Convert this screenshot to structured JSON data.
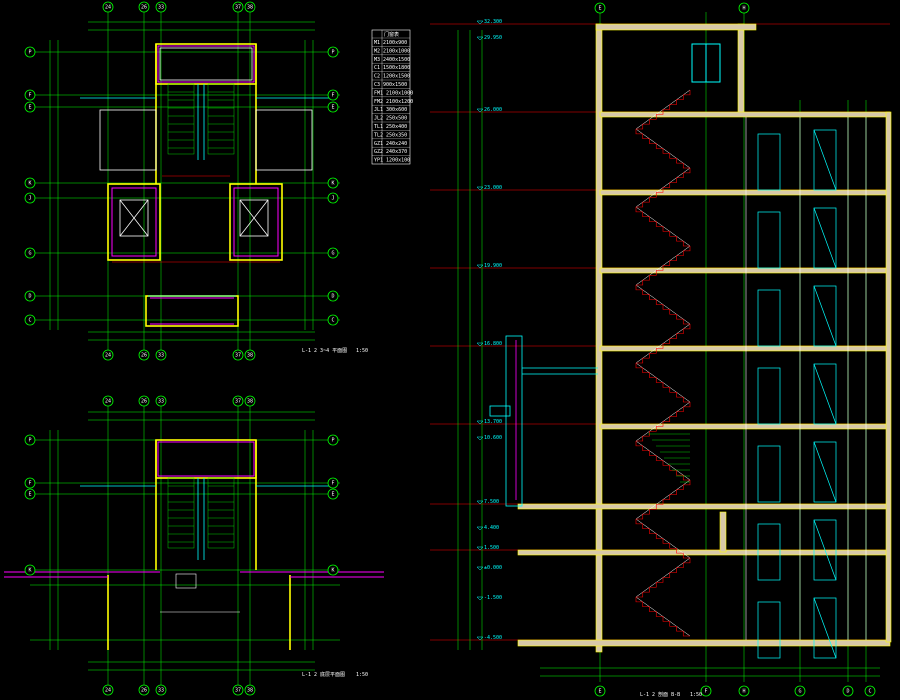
{
  "drawing": {
    "plan1_title": "L-1 2 3~4 平面图",
    "plan1_scale": "1:50",
    "plan2_title": "L-1 2 底层平面图",
    "plan2_scale": "1:50",
    "section_title": "L-1 2 剖面 B-B",
    "section_scale": "1:50",
    "plan_axes_top": [
      "24",
      "26",
      "33",
      "37",
      "38"
    ],
    "plan_axes_side": [
      "P",
      "F",
      "E",
      "K",
      "J",
      "G",
      "D",
      "C"
    ],
    "section_axes_bottom": [
      "E",
      "F",
      "H",
      "G",
      "D",
      "C"
    ],
    "elevations": [
      "32.300",
      "29.950",
      "26.000",
      "23.000",
      "19.900",
      "16.800",
      "13.700",
      "10.600",
      "7.500",
      "4.400",
      "1.500",
      "±0.000",
      "-1.500",
      "-4.500"
    ],
    "door_table_header": "门窗表",
    "door_table_rows": [
      "M1 2100x900",
      "M2 2100x1000",
      "M3 2400x1500",
      "C1 1500x1800",
      "C2 1200x1500",
      "C3 900x1500",
      "FM1 2100x1000",
      "FM2 2100x1200",
      "JL1 300x600",
      "JL2 250x500",
      "TL1 250x400",
      "TL2 250x350",
      "GZ1 240x240",
      "GZ2 240x370",
      "YP1 1200x100"
    ]
  }
}
